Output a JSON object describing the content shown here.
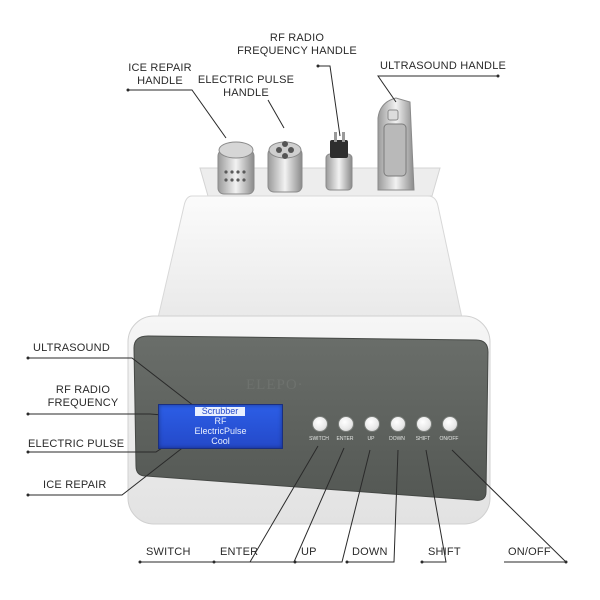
{
  "handle_labels": {
    "ice_repair": "ICE REPAIR\nHANDLE",
    "electric_pulse": "ELECTRIC PULSE\nHANDLE",
    "rf": "RF RADIO\nFREQUENCY HANDLE",
    "ultrasound": "ULTRASOUND HANDLE"
  },
  "screen_labels": {
    "ultrasound": "ULTRASOUND",
    "rf": "RF RADIO\nFREQUENCY",
    "electric_pulse": "ELECTRIC PULSE",
    "ice_repair": "ICE REPAIR"
  },
  "button_labels": {
    "switch": "SWITCH",
    "enter": "ENTER",
    "up": "UP",
    "down": "DOWN",
    "shift": "SHIFT",
    "onoff": "ON/OFF"
  },
  "panel": {
    "brand": "ELEPO·"
  },
  "lcd": {
    "line1": "Scrubber",
    "line2": "RF",
    "line3": "ElectricPulse",
    "line4": "Cool"
  },
  "buttons": {
    "switch": "SWITCH",
    "enter": "ENTER",
    "up": "UP",
    "down": "DOWN",
    "shift": "SHIFT",
    "onoff": "ON/OFF"
  },
  "colors": {
    "body": "#f3f3f3",
    "panel": "#5e625e",
    "lcd": "#2c5ee6",
    "leader": "#2a2a2a"
  }
}
